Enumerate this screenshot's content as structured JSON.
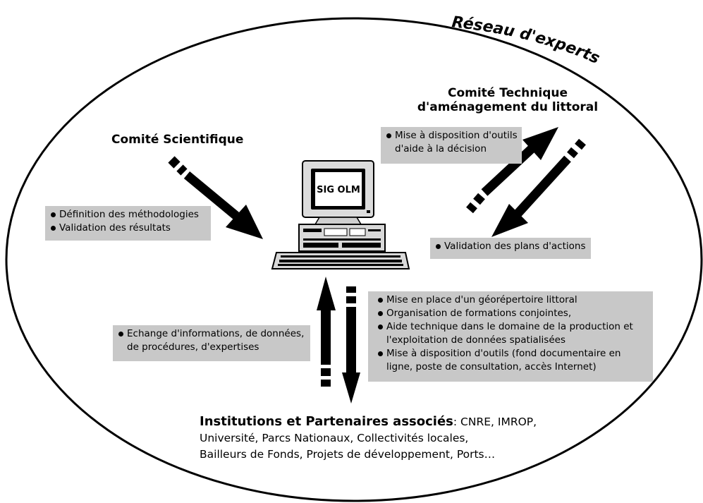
{
  "network_label": "Réseau d'experts",
  "center": {
    "screen_label": "SIG OLM"
  },
  "scientific": {
    "title": "Comité Scientifique",
    "items": [
      "Définition des méthodologies",
      "Validation des résultats"
    ]
  },
  "technical": {
    "title_line1": "Comité Technique",
    "title_line2": "d'aménagement du littoral",
    "box_up": [
      "Mise à disposition d'outils",
      "d'aide à la décision"
    ],
    "box_down": "Validation des plans d'actions"
  },
  "exchange": {
    "line1": "Echange d'informations, de données,",
    "line2": "de procédures, d'expertises"
  },
  "services": [
    {
      "lines": [
        "Mise en place d'un géorépertoire littoral"
      ]
    },
    {
      "lines": [
        "Organisation de formations conjointes,"
      ]
    },
    {
      "lines": [
        "Aide technique dans le domaine de la production et",
        "l'exploitation de données spatialisées"
      ]
    },
    {
      "lines": [
        "Mise à disposition d'outils (fond documentaire en",
        "ligne, poste de consultation, accès Internet)"
      ]
    }
  ],
  "institutions": {
    "title": "Institutions et Partenaires associés",
    "line1_rest": ": CNRE, IMROP,",
    "line2": "Université, Parcs Nationaux, Collectivités locales,",
    "line3": "Bailleurs de Fonds, Projets de développement, Ports…"
  }
}
